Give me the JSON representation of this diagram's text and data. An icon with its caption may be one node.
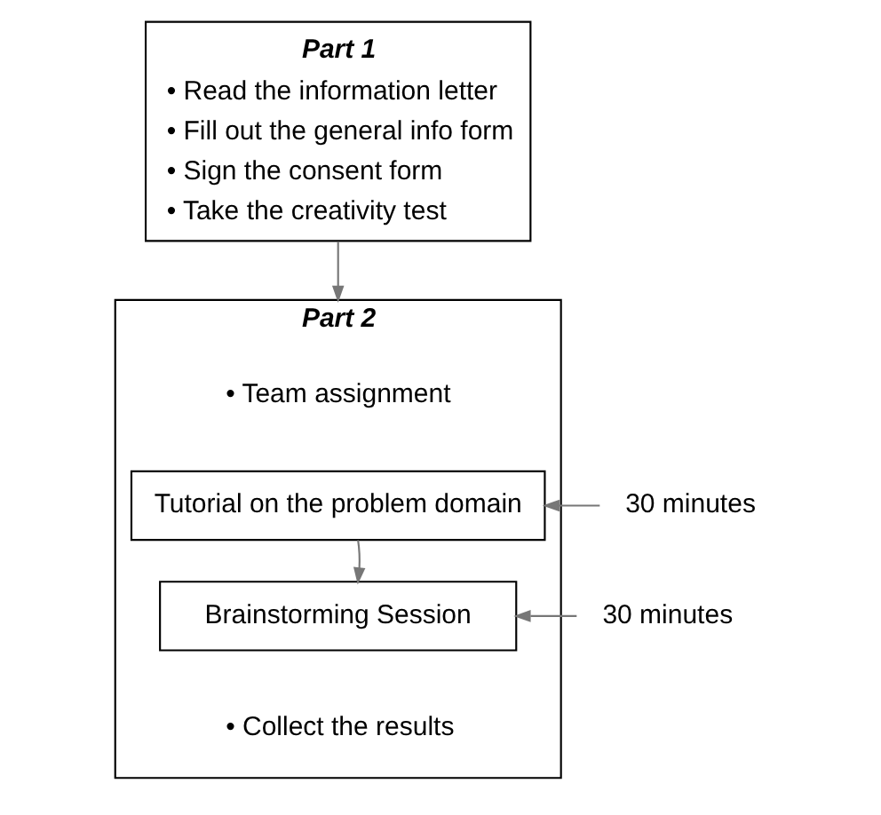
{
  "diagram": {
    "nodes": [
      {
        "text": [
          "Part 1",
          "• Read the information letter",
          "• Fill out the general info form",
          "• Sign the consent form",
          "• Take the creativity test"
        ]
      },
      {
        "text": [
          "Part 2",
          "• Team assignment",
          "• Collect the results"
        ]
      },
      {
        "text": [
          "Tutorial on the problem domain"
        ],
        "in": 1
      },
      {
        "text": [
          "Brainstorming Session"
        ],
        "in": 1
      },
      {
        "text": [
          "30 minutes"
        ]
      },
      {
        "text": [
          "30 minutes"
        ]
      }
    ],
    "edges": [
      {
        "from": 0,
        "to": 1,
        "arrow": "to"
      },
      {
        "from": 2,
        "to": 3,
        "arrow": "to"
      },
      {
        "from": 4,
        "to": 2,
        "arrow": "to"
      },
      {
        "from": 5,
        "to": 3,
        "arrow": "to"
      }
    ]
  }
}
